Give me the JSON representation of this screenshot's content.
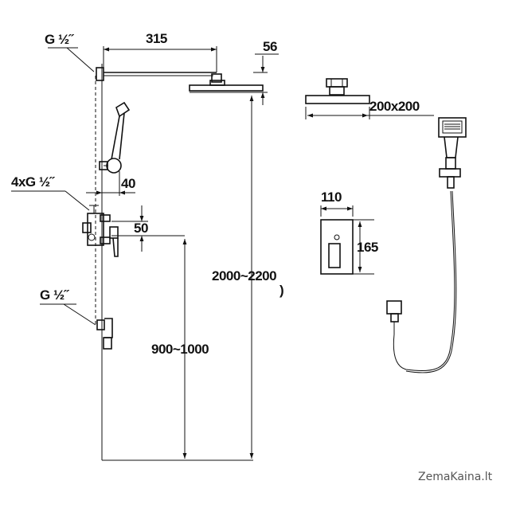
{
  "labels": {
    "g_half_top": "G ½˝",
    "dim_315": "315",
    "dim_56": "56",
    "dim_200x200": "200x200",
    "dim_4xg": "4xG ½˝",
    "dim_40": "40",
    "dim_110": "110",
    "dim_50": "50",
    "dim_165": "165",
    "dim_2000_2200": "2000~2200",
    "g_half_bottom": "G ½˝",
    "dim_900_1000": "900~1000"
  },
  "watermark": "ZemaKaina.lt"
}
